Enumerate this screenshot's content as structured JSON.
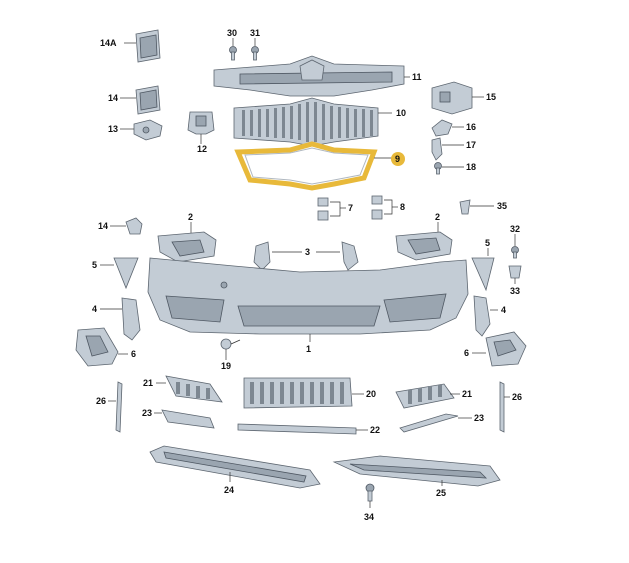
{
  "diagram": {
    "highlight_color": "#e8b93a",
    "part_color": "#c3ccd5",
    "labels": {
      "p14A": "14A",
      "p14": "14",
      "p13": "13",
      "p12": "12",
      "p30": "30",
      "p31": "31",
      "p11": "11",
      "p10": "10",
      "p9": "9",
      "p15": "15",
      "p16": "16",
      "p17": "17",
      "p18": "18",
      "p7": "7",
      "p8": "8",
      "p35": "35",
      "p14b": "14",
      "p2a": "2",
      "p2b": "2",
      "p3": "3",
      "p32": "32",
      "p33": "33",
      "p5a": "5",
      "p5b": "5",
      "p4a": "4",
      "p4b": "4",
      "p6a": "6",
      "p6b": "6",
      "p1": "1",
      "p19": "19",
      "p21a": "21",
      "p21b": "21",
      "p20": "20",
      "p26a": "26",
      "p26b": "26",
      "p23a": "23",
      "p23b": "23",
      "p22": "22",
      "p24": "24",
      "p25": "25",
      "p34": "34"
    }
  }
}
